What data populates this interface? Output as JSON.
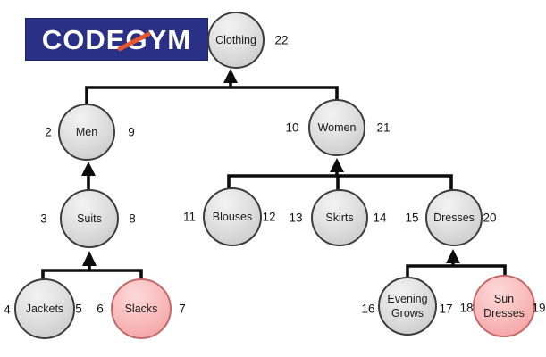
{
  "logo": {
    "text": "CODEGYM",
    "bg_color": "#2a3085",
    "text_color": "#ffffff",
    "slash_color": "#e8562a"
  },
  "colors": {
    "background": "#ffffff",
    "node_gray_fill": "#d9d9d9",
    "node_gray_border": "#3c3c3c",
    "node_pink_fill": "#f6b6b8",
    "node_pink_border": "#c4696b",
    "connector": "#0d0d0d",
    "number_text": "#111111",
    "label_text": "#1b1b1b"
  },
  "tree": {
    "nodes": [
      {
        "label": "Clothing",
        "right_value": "22",
        "variant": "gray"
      },
      {
        "label": "Men",
        "left_value": "2",
        "right_value": "9",
        "variant": "gray"
      },
      {
        "label": "Women",
        "left_value": "10",
        "right_value": "21",
        "variant": "gray"
      },
      {
        "label": "Suits",
        "left_value": "3",
        "right_value": "8",
        "variant": "gray"
      },
      {
        "label": "Blouses",
        "left_value": "11",
        "right_value": "12",
        "variant": "gray"
      },
      {
        "label": "Skirts",
        "left_value": "13",
        "right_value": "14",
        "variant": "gray"
      },
      {
        "label": "Dresses",
        "left_value": "15",
        "right_value": "20",
        "variant": "gray"
      },
      {
        "label": "Jackets",
        "left_value": "4",
        "right_value": "5",
        "variant": "gray"
      },
      {
        "label": "Slacks",
        "left_value": "6",
        "right_value": "7",
        "variant": "pink"
      },
      {
        "label": "Evening Grows",
        "left_value": "16",
        "right_value": "17",
        "variant": "gray"
      },
      {
        "label": "Sun Dresses",
        "left_value": "18",
        "right_value": "19",
        "variant": "pink"
      }
    ],
    "edges": [
      {
        "parent": "Clothing",
        "children": [
          "Men",
          "Women"
        ]
      },
      {
        "parent": "Men",
        "children": [
          "Suits"
        ]
      },
      {
        "parent": "Women",
        "children": [
          "Blouses",
          "Skirts",
          "Dresses"
        ]
      },
      {
        "parent": "Suits",
        "children": [
          "Jackets",
          "Slacks"
        ]
      },
      {
        "parent": "Dresses",
        "children": [
          "Evening Grows",
          "Sun Dresses"
        ]
      }
    ]
  }
}
